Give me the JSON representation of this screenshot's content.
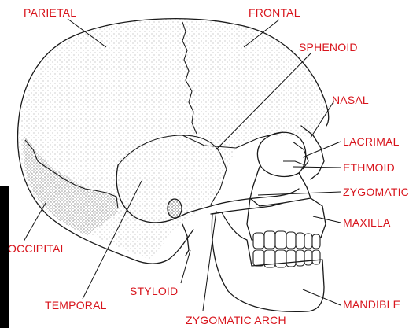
{
  "diagram": {
    "labels": {
      "parietal": "PARIETAL",
      "frontal": "FRONTAL",
      "sphenoid": "SPHENOID",
      "nasal": "NASAL",
      "lacrimal": "LACRIMAL",
      "ethmoid": "ETHMOID",
      "zygomatic": "ZYGOMATIC",
      "maxilla": "MAXILLA",
      "occipital": "OCCIPITAL",
      "styloid": "STYLOID",
      "temporal": "TEMPORAL",
      "mandible": "MANDIBLE",
      "zygomatic_arch": "ZYGOMATIC ARCH"
    },
    "colors": {
      "label": "#d8141c",
      "line": "#1a1a1a",
      "background": "#ffffff"
    }
  }
}
